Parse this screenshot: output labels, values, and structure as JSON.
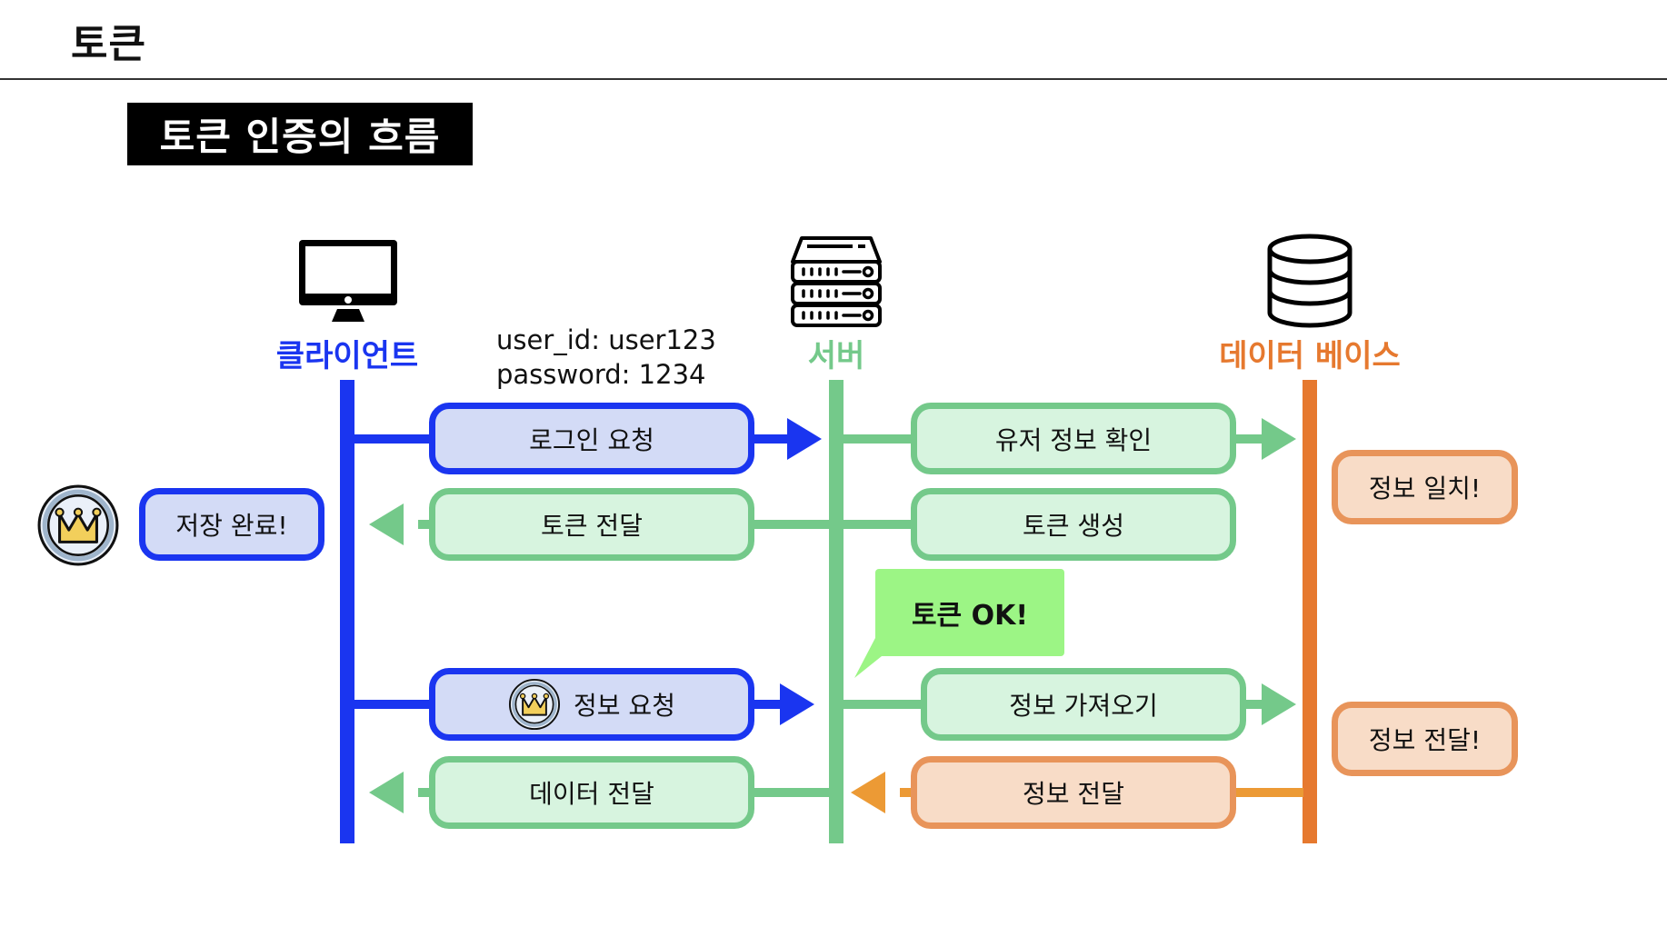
{
  "header": {
    "title": "토큰"
  },
  "slide": {
    "title": "토큰 인증의 흐름"
  },
  "colors": {
    "client": "#1a35f0",
    "server": "#74c98a",
    "database": "#e6792f",
    "client_box_fill": "#d3dbf6",
    "server_box_fill": "#d7f4df",
    "db_box_fill": "#f8dcc7",
    "bubble_fill": "#9cf585"
  },
  "actors": {
    "client": {
      "label": "클라이언트",
      "icon": "monitor-icon"
    },
    "server": {
      "label": "서버",
      "icon": "server-rack-icon"
    },
    "database": {
      "label": "데이터 베이스",
      "icon": "database-icon"
    }
  },
  "credentials": {
    "line1": "user_id: user123",
    "line2": "password: 1234"
  },
  "messages": {
    "login_request": "로그인 요청",
    "token_delivery": "토큰 전달",
    "user_check": "유저 정보 확인",
    "token_create": "토큰 생성",
    "info_request": "정보 요청",
    "data_delivery": "데이터 전달",
    "info_fetch": "정보 가져오기",
    "info_return": "정보 전달"
  },
  "notes": {
    "save_done": "저장 완료!",
    "info_match": "정보 일치!",
    "info_sent": "정보 전달!",
    "token_ok": "토큰 OK!"
  },
  "icons": {
    "token": "crown-token-icon"
  }
}
